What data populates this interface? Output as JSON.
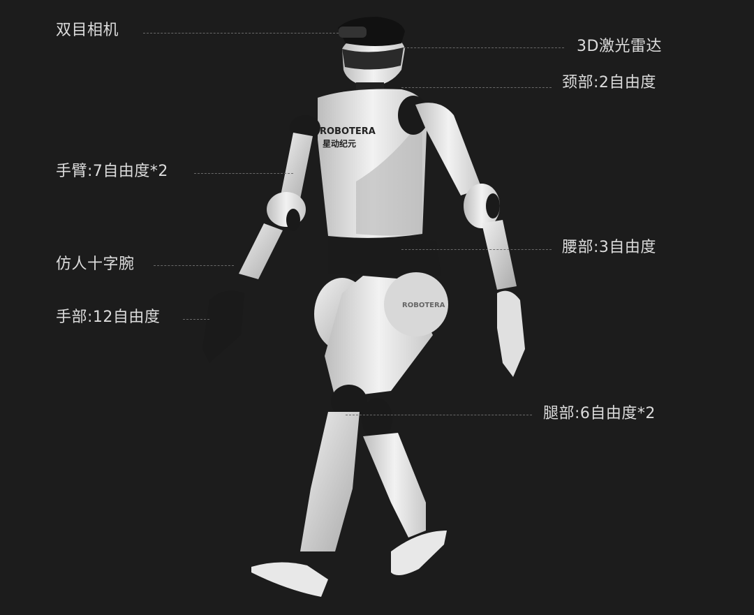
{
  "labels": {
    "stereo_camera": "双目相机",
    "lidar": "3D激光雷达",
    "neck": "颈部:2自由度",
    "arm": "手臂:7自由度*2",
    "waist": "腰部:3自由度",
    "wrist": "仿人十字腕",
    "hand": "手部:12自由度",
    "leg": "腿部:6自由度*2"
  },
  "robot": {
    "brand_en": "ROBOTERA",
    "brand_cn": "星动纪元"
  },
  "colors": {
    "background": "#1c1c1c",
    "label_text": "#dcdcdc",
    "robot_shell": "#e6e6e6",
    "robot_joint": "#1a1a1a"
  }
}
